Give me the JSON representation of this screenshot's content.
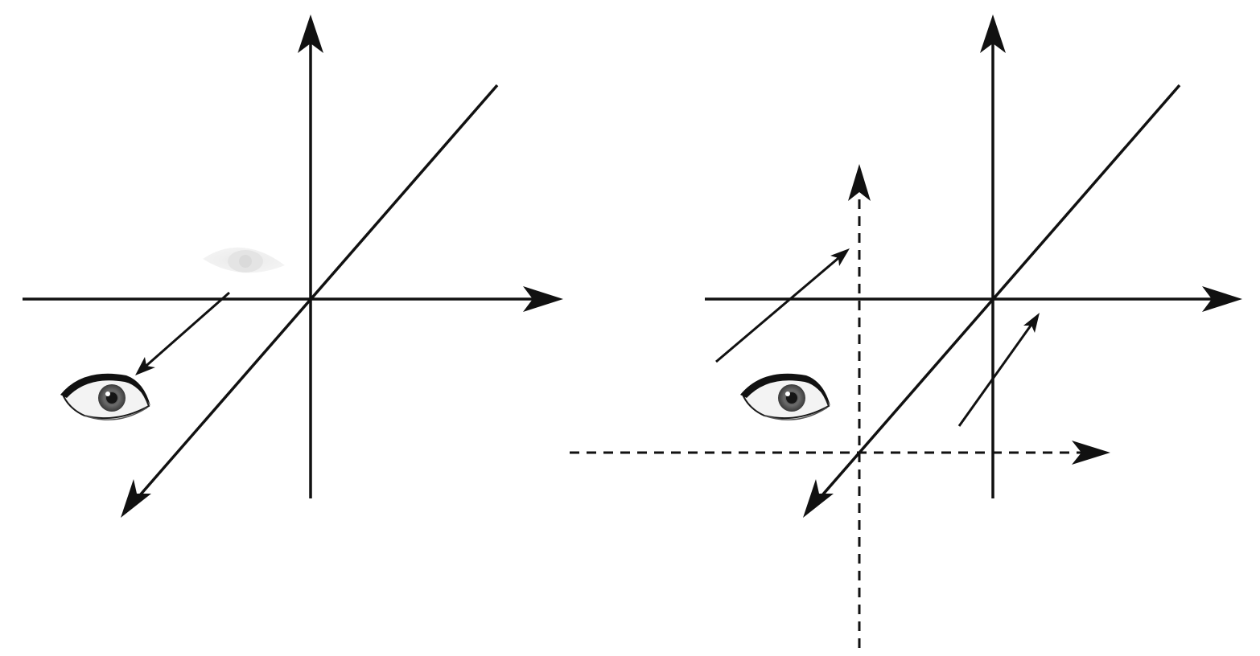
{
  "colors": {
    "background": "#ffffff",
    "line": "#111111",
    "eye_iris": "#5a5a5a",
    "eye_pupil": "#1c1c1c",
    "eye_white": "#f2f2f2",
    "faded_eye": "#cfcfcf"
  },
  "panels": [
    {
      "name": "left-panel",
      "icons": [
        "eye-icon",
        "faded-eye-icon"
      ],
      "elements": [
        "x-axis-arrow",
        "y-axis-arrow",
        "z-axis-arrow",
        "view-direction-arrow"
      ]
    },
    {
      "name": "right-panel",
      "icons": [
        "eye-icon"
      ],
      "elements": [
        "x-axis-arrow",
        "y-axis-arrow",
        "z-axis-arrow",
        "dashed-x-axis-arrow",
        "dashed-y-axis-arrow",
        "shift-arrow-upper",
        "shift-arrow-lower"
      ]
    }
  ]
}
